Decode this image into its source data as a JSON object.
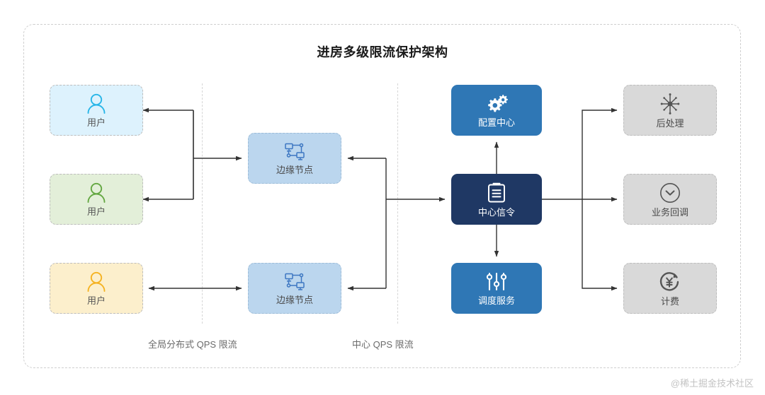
{
  "title": "进房多级限流保护架构",
  "watermark": "@稀土掘金技术社区",
  "columns": {
    "users": {
      "items": [
        {
          "label": "用户",
          "icon": "user-icon",
          "color": "#ddf2fd",
          "icon_color": "#29b6e8"
        },
        {
          "label": "用户",
          "icon": "user-icon",
          "color": "#e3efd9",
          "icon_color": "#65a843"
        },
        {
          "label": "用户",
          "icon": "user-icon",
          "color": "#fcefcc",
          "icon_color": "#f5b323"
        }
      ]
    },
    "edge_nodes": {
      "items": [
        {
          "label": "边缘节点",
          "icon": "network-topology-icon",
          "color": "#bbd6ee",
          "icon_color": "#3d77c2"
        },
        {
          "label": "边缘节点",
          "icon": "network-topology-icon",
          "color": "#bbd6ee",
          "icon_color": "#3d77c2"
        }
      ]
    },
    "core": {
      "items": [
        {
          "label": "配置中心",
          "icon": "gears-icon",
          "color": "#2f77b5",
          "icon_color": "#ffffff"
        },
        {
          "label": "中心信令",
          "icon": "clipboard-list-icon",
          "color": "#1f3864",
          "icon_color": "#ffffff"
        },
        {
          "label": "调度服务",
          "icon": "sliders-icon",
          "color": "#2f77b5",
          "icon_color": "#ffffff"
        }
      ]
    },
    "downstream": {
      "items": [
        {
          "label": "后处理",
          "icon": "burst-star-icon",
          "color": "#d9d9d9",
          "icon_color": "#555555"
        },
        {
          "label": "业务回调",
          "icon": "chevron-down-circle-icon",
          "color": "#d9d9d9",
          "icon_color": "#555555"
        },
        {
          "label": "计费",
          "icon": "yen-refresh-icon",
          "color": "#d9d9d9",
          "icon_color": "#555555"
        }
      ]
    }
  },
  "zone_labels": [
    {
      "text": "全局分布式 QPS 限流"
    },
    {
      "text": "中心 QPS 限流"
    }
  ],
  "colors": {
    "frame_border": "#cfcfcf",
    "divider": "#d6d6d6",
    "wire": "#333333",
    "title": "#1a1a1a",
    "zone_label": "#6b6b6b",
    "watermark": "#c3c3c3"
  }
}
